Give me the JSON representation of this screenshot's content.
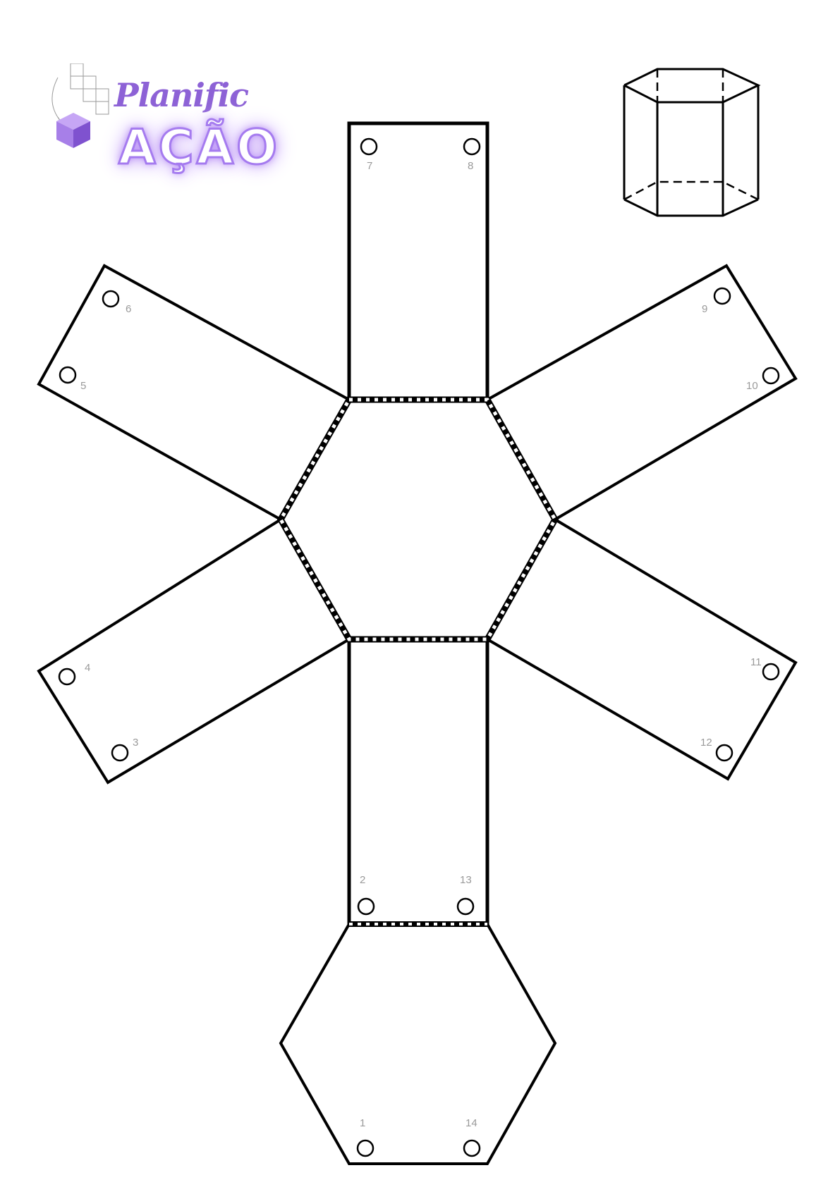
{
  "logo": {
    "word1": "Planific",
    "word2": "AÇÃO",
    "color": "#8d62d6",
    "glow_color": "#b58cf5"
  },
  "holes": [
    {
      "label": "1",
      "face": "bottom-hexagon"
    },
    {
      "label": "2",
      "face": "front-rectangle"
    },
    {
      "label": "3",
      "face": "left-lower-rectangle"
    },
    {
      "label": "4",
      "face": "left-lower-rectangle"
    },
    {
      "label": "5",
      "face": "left-upper-rectangle"
    },
    {
      "label": "6",
      "face": "left-upper-rectangle"
    },
    {
      "label": "7",
      "face": "top-rectangle"
    },
    {
      "label": "8",
      "face": "top-rectangle"
    },
    {
      "label": "9",
      "face": "right-upper-rectangle"
    },
    {
      "label": "10",
      "face": "right-upper-rectangle"
    },
    {
      "label": "11",
      "face": "right-lower-rectangle"
    },
    {
      "label": "12",
      "face": "right-lower-rectangle"
    },
    {
      "label": "13",
      "face": "front-rectangle"
    },
    {
      "label": "14",
      "face": "bottom-hexagon"
    }
  ],
  "icons": {
    "prism": "hexagonal-prism-3d-icon",
    "logo_cube": "cube-icon"
  },
  "colors": {
    "lines": "#000000",
    "hole_labels": "#9a9a9a"
  }
}
